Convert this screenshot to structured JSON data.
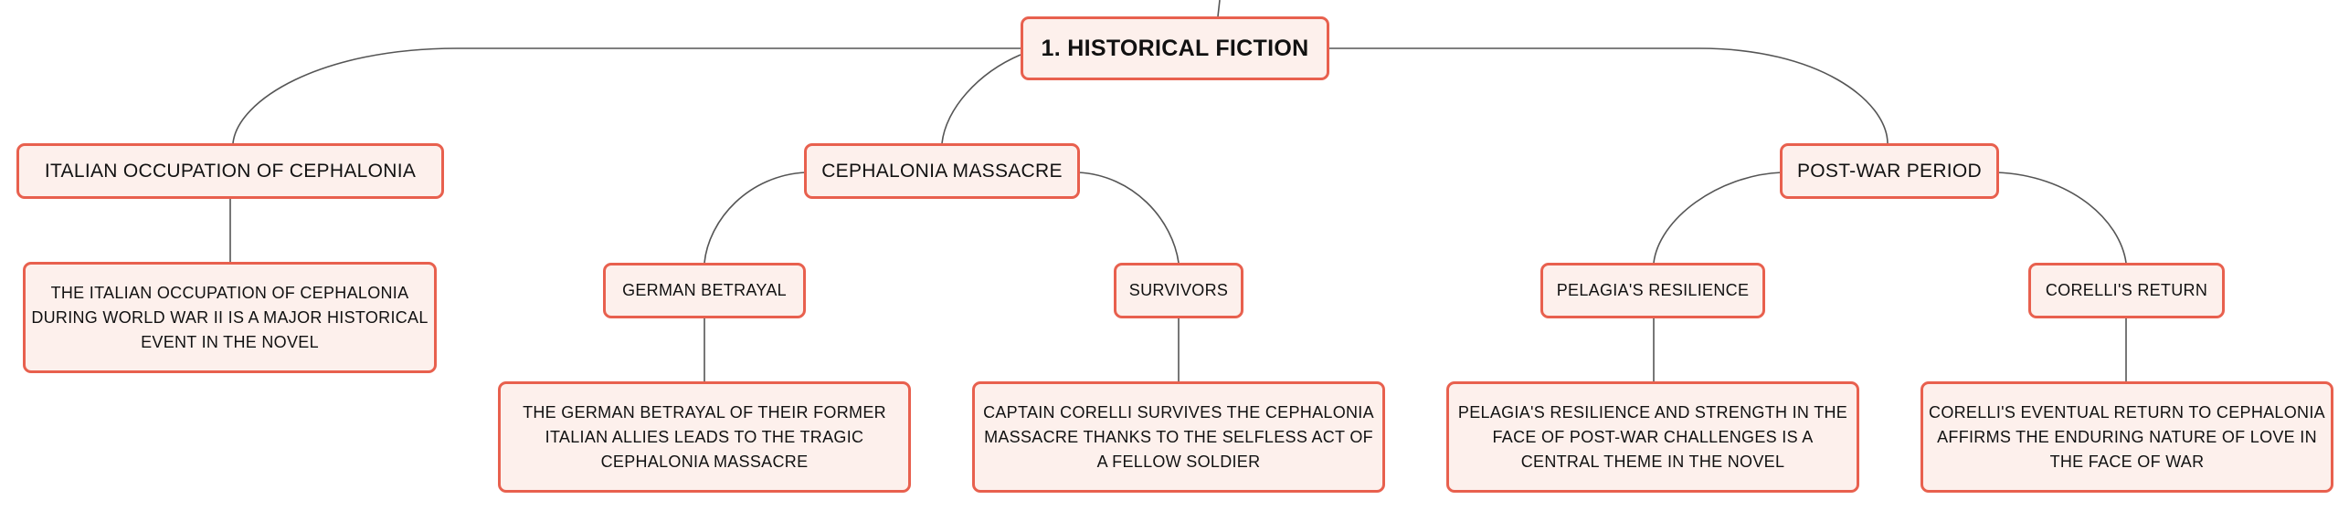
{
  "colors": {
    "node_border": "#e8604e",
    "node_fill": "#fdf0ec",
    "link": "#555555"
  },
  "root": {
    "label": "1. HISTORICAL FICTION"
  },
  "branches": [
    {
      "label": "ITALIAN OCCUPATION OF CEPHALONIA",
      "detail": "THE ITALIAN OCCUPATION OF CEPHALONIA DURING WORLD WAR II IS A MAJOR HISTORICAL EVENT IN THE NOVEL"
    },
    {
      "label": "CEPHALONIA MASSACRE",
      "children": [
        {
          "label": "GERMAN BETRAYAL",
          "detail": "THE GERMAN BETRAYAL OF THEIR FORMER ITALIAN ALLIES LEADS TO THE TRAGIC CEPHALONIA MASSACRE"
        },
        {
          "label": "SURVIVORS",
          "detail": "CAPTAIN CORELLI SURVIVES THE CEPHALONIA MASSACRE THANKS TO THE SELFLESS ACT OF A FELLOW SOLDIER"
        }
      ]
    },
    {
      "label": "POST-WAR PERIOD",
      "children": [
        {
          "label": "PELAGIA'S RESILIENCE",
          "detail": "PELAGIA'S RESILIENCE AND STRENGTH IN THE FACE OF POST-WAR CHALLENGES IS A CENTRAL THEME IN THE NOVEL"
        },
        {
          "label": "CORELLI'S RETURN",
          "detail": "CORELLI'S EVENTUAL RETURN TO CEPHALONIA AFFIRMS THE ENDURING NATURE OF LOVE IN THE FACE OF WAR"
        }
      ]
    }
  ]
}
